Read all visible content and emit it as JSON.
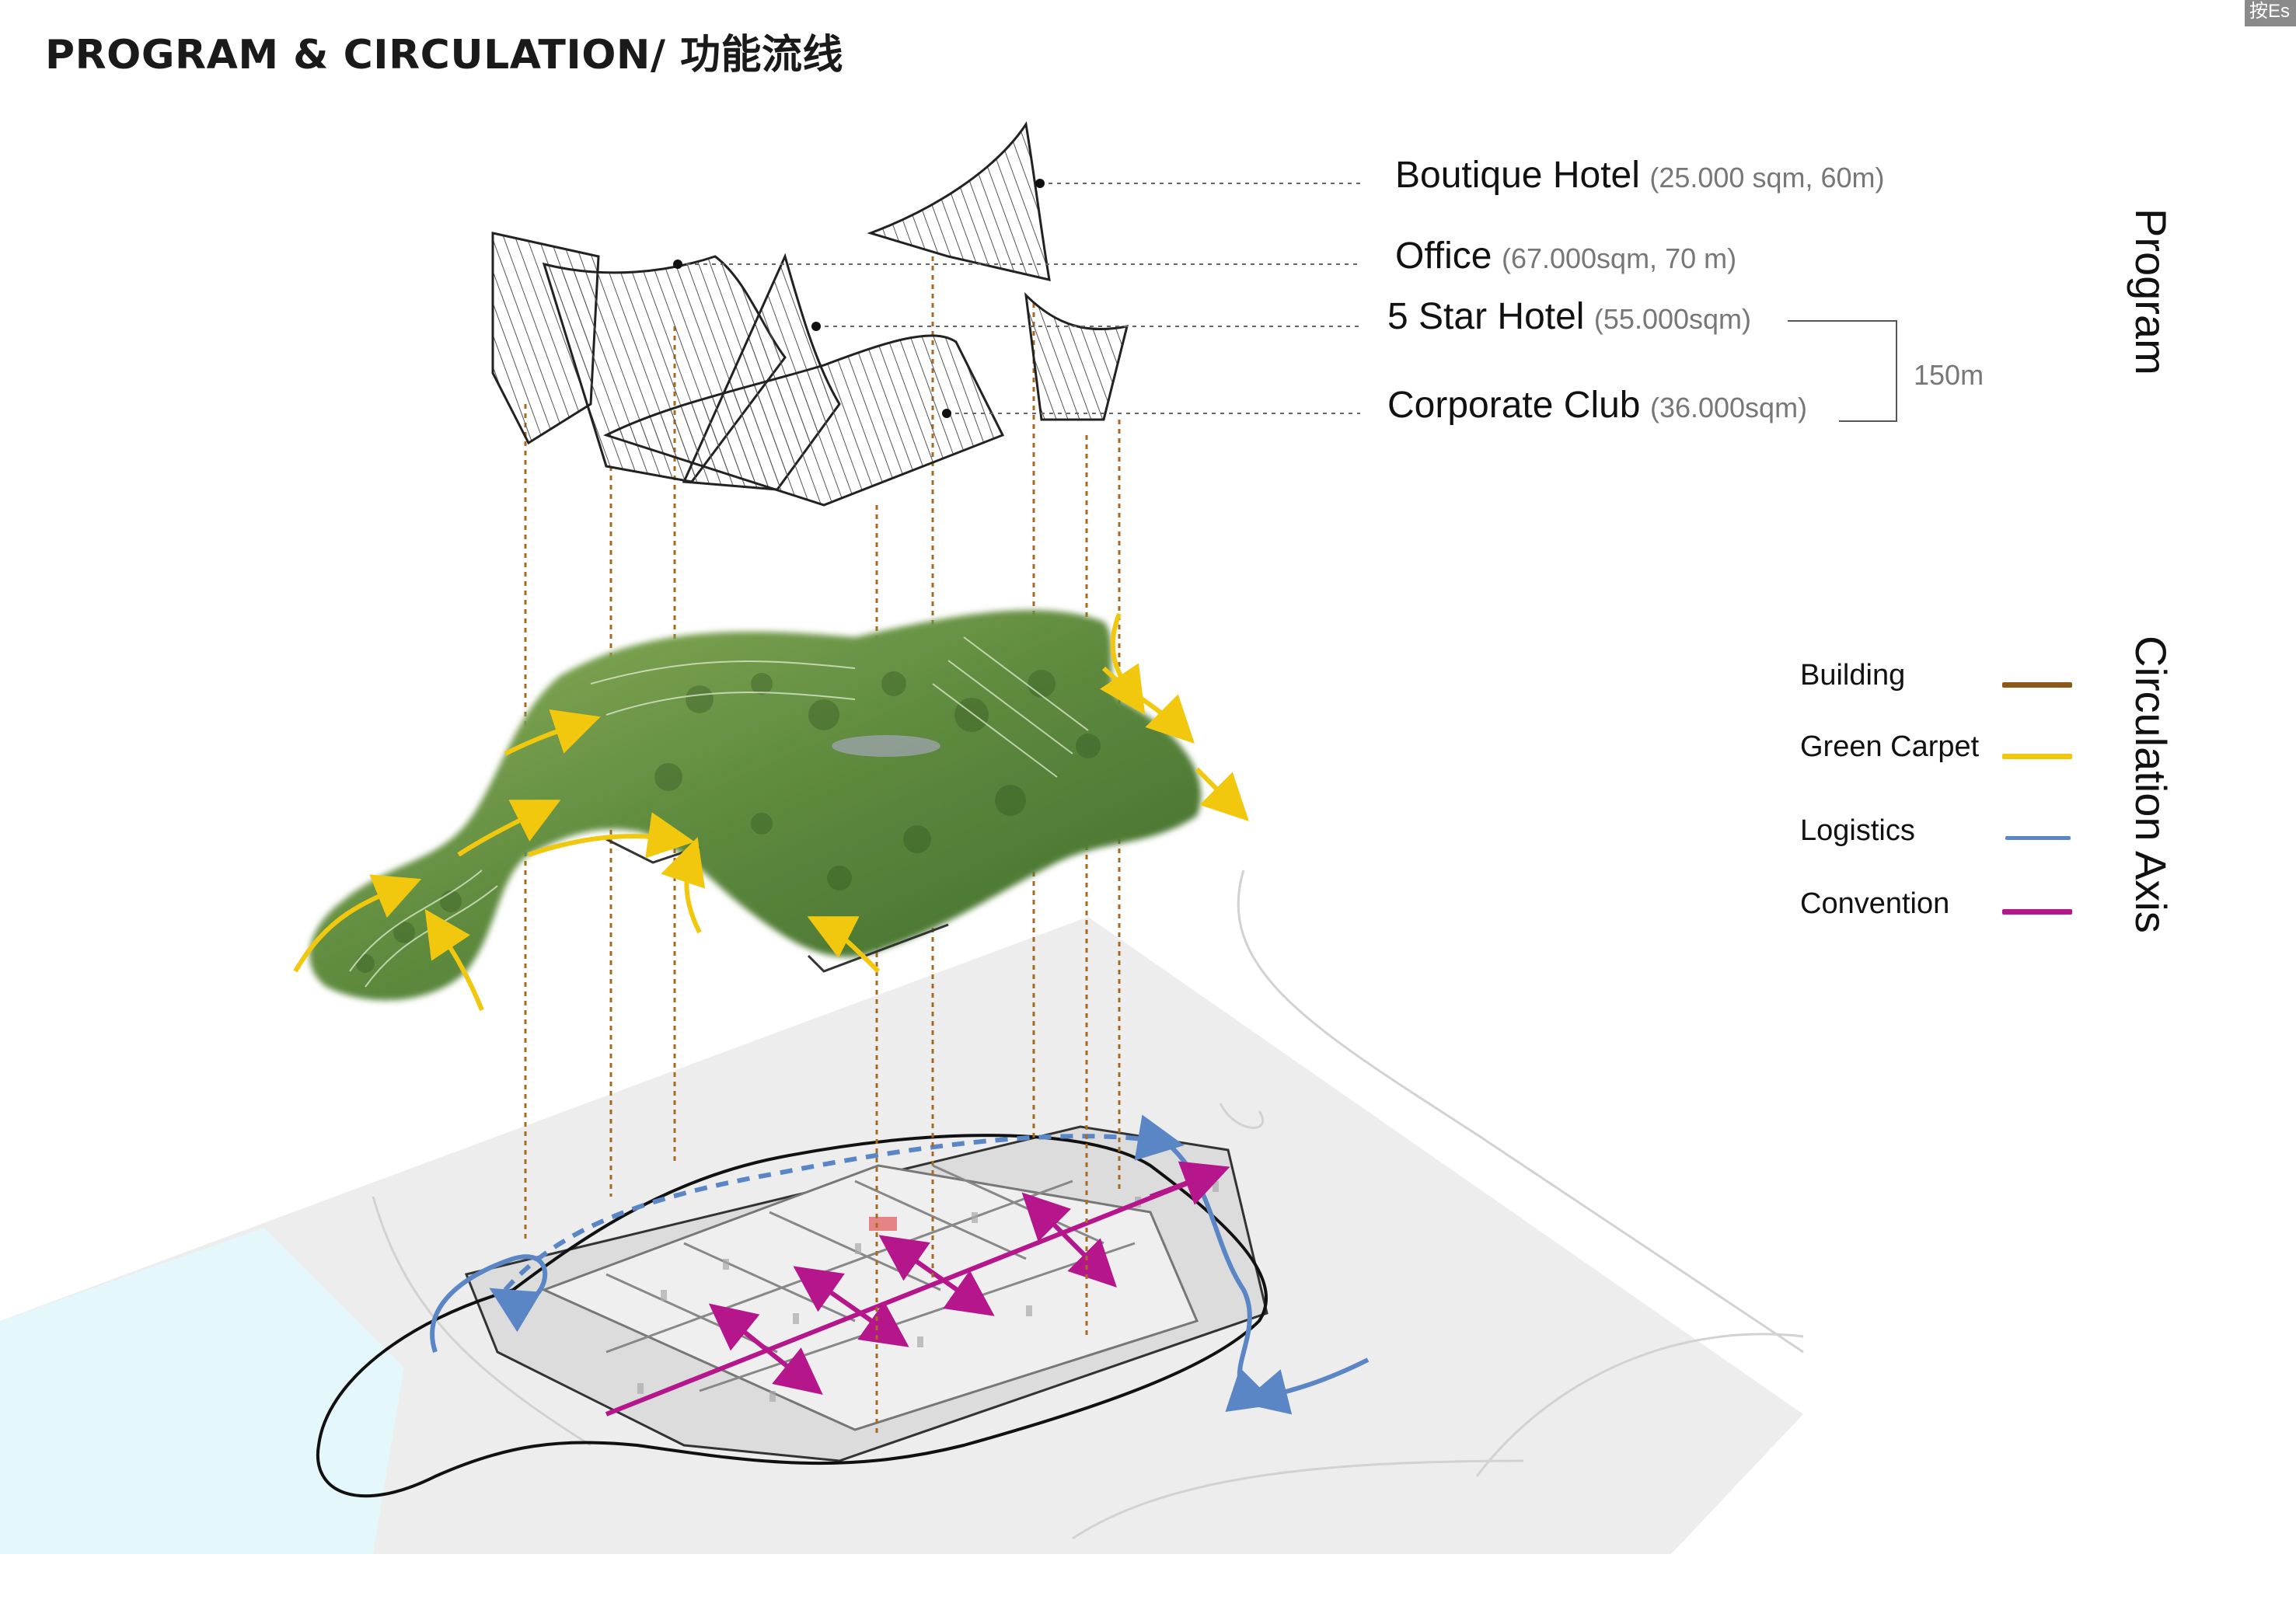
{
  "title": "PROGRAM & CIRCULATION/ 功能流线",
  "program": {
    "heading": "Program",
    "items": [
      {
        "name": "Boutique Hotel",
        "detail": "(25.000 sqm, 60m)"
      },
      {
        "name": "Office",
        "detail": "(67.000sqm, 70 m)"
      },
      {
        "name": "5 Star Hotel",
        "detail": "(55.000sqm)"
      },
      {
        "name": "Corporate Club",
        "detail": "(36.000sqm)"
      }
    ],
    "bracket_label": "150m"
  },
  "circulation": {
    "heading": "Circulation Axis",
    "legend": [
      {
        "label": "Building",
        "color": "#8B5A1A"
      },
      {
        "label": "Green Carpet",
        "color": "#F2C80F"
      },
      {
        "label": "Logistics",
        "color": "#5B86C5"
      },
      {
        "label": "Convention",
        "color": "#B5168C"
      }
    ]
  },
  "corner_tag": "按Es",
  "colors": {
    "water": "#E4F7FB",
    "ground": "#EFEFEF",
    "green_dark": "#4F7A35",
    "green_light": "#8DB05A",
    "building_line": "#8B5A1A"
  }
}
